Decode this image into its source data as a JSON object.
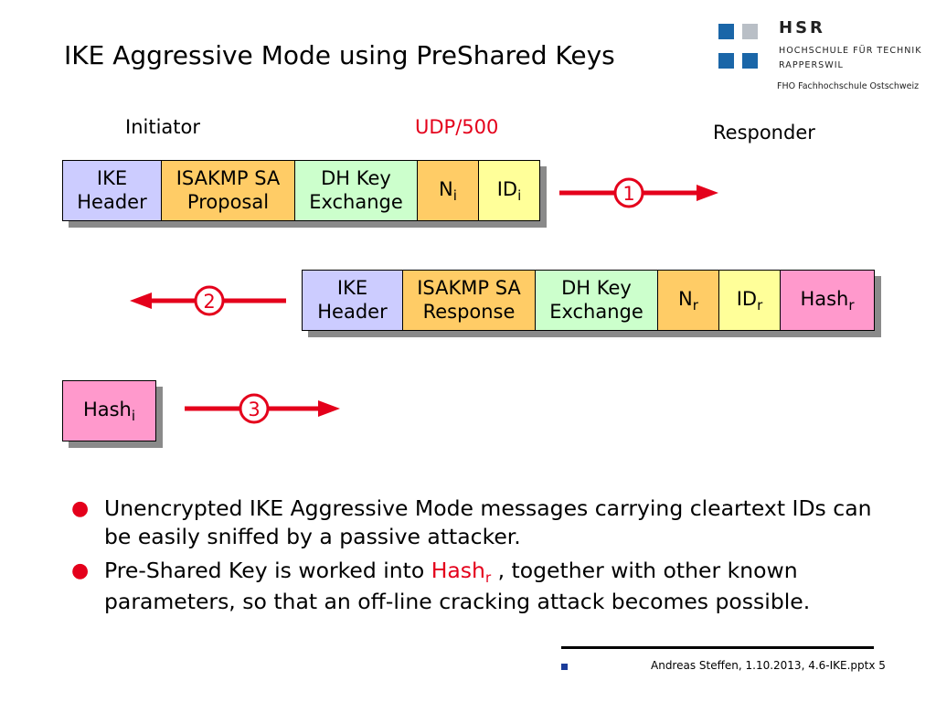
{
  "title": "IKE Aggressive Mode using PreShared Keys",
  "logo": {
    "name": "HSR",
    "line1": "HOCHSCHULE FÜR TECHNIK",
    "line2": "RAPPERSWIL",
    "line3": "FHO Fachhochschule Ostschweiz"
  },
  "labels": {
    "initiator": "Initiator",
    "protocol": "UDP/500",
    "responder": "Responder"
  },
  "message1": {
    "ike_header": [
      "IKE",
      "Header"
    ],
    "sa": [
      "ISAKMP SA",
      "Proposal"
    ],
    "dh": [
      "DH Key",
      "Exchange"
    ],
    "nonce": {
      "base": "N",
      "sub": "i"
    },
    "id": {
      "base": "ID",
      "sub": "i"
    },
    "step": "1"
  },
  "message2": {
    "ike_header": [
      "IKE",
      "Header"
    ],
    "sa": [
      "ISAKMP SA",
      "Response"
    ],
    "dh": [
      "DH Key",
      "Exchange"
    ],
    "nonce": {
      "base": "N",
      "sub": "r"
    },
    "id": {
      "base": "ID",
      "sub": "r"
    },
    "hash": {
      "base": "Hash",
      "sub": "r"
    },
    "step": "2"
  },
  "message3": {
    "hash": {
      "base": "Hash",
      "sub": "i"
    },
    "step": "3"
  },
  "bullets": {
    "b1": "Unencrypted IKE Aggressive Mode messages carrying cleartext IDs can be easily sniffed by a passive attacker.",
    "b2_pre": "Pre-Shared Key is worked into ",
    "b2_hash_base": "Hash",
    "b2_hash_sub": "r",
    "b2_post": " , together with other known parameters, so that an off-line cracking attack becomes possible."
  },
  "footer": "Andreas Steffen, 1.10.2013, 4.6-IKE.pptx 5",
  "colors": {
    "accent_red": "#e4001b",
    "ike_header": "#ccccff",
    "isakmp_sa": "#ffcc66",
    "dh_exchange": "#ccffcc",
    "nonce": "#ffcc66",
    "id": "#ffff99",
    "hash": "#ff99cc",
    "logo_blue": "#1a66a8"
  }
}
